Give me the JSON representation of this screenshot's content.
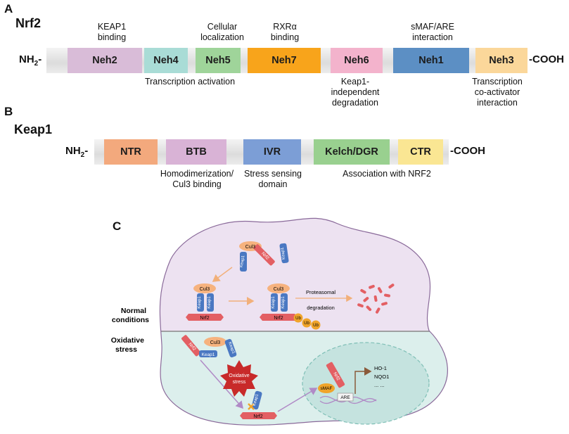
{
  "panelA": {
    "letter": "A",
    "protein": "Nrf2",
    "n_term": "NH",
    "n_sub": "2",
    "c_term": "-COOH",
    "domains": [
      "Neh2",
      "Neh4",
      "Neh5",
      "Neh7",
      "Neh6",
      "Neh1",
      "Neh3"
    ],
    "top_labels": {
      "keap1": [
        "KEAP1",
        "binding"
      ],
      "cellular": [
        "Cellular",
        "localization"
      ],
      "rxr": [
        "RXRα",
        "binding"
      ],
      "smaf": [
        "sMAF/ARE",
        "interaction"
      ]
    },
    "bottom_labels": {
      "transcription": "Transcription activation",
      "keap1_indep": [
        "Keap1-",
        "independent",
        "degradation"
      ],
      "coact": [
        "Transcription",
        "co-activator",
        "interaction"
      ]
    }
  },
  "panelB": {
    "letter": "B",
    "protein": "Keap1",
    "n_term": "NH",
    "n_sub": "2",
    "c_term": "-COOH",
    "domains": [
      "NTR",
      "BTB",
      "IVR",
      "Kelch/DGR",
      "CTR"
    ],
    "bottom_labels": {
      "btb": [
        "Homodimerization/",
        "Cul3 binding"
      ],
      "ivr": [
        "Stress sensing",
        "domain"
      ],
      "kelch": "Association with NRF2"
    }
  },
  "panelC": {
    "letter": "C",
    "normal": [
      "Normal",
      "conditions"
    ],
    "oxidative": [
      "Oxidative",
      "stress"
    ],
    "cul3": "Cul3",
    "keap1": "Keap1",
    "nrf2": "Nrf2",
    "ub": "Ub",
    "proteasomal": [
      "Proteasomal",
      "degradation"
    ],
    "oxidative_star": [
      "Oxidative",
      "stress"
    ],
    "smaf": "sMAF",
    "are": "ARE",
    "genes": [
      "HO-1",
      "NQO1",
      "... ..."
    ]
  },
  "colors": {
    "neh2": "#d9bcd8",
    "neh4": "#a9dcd6",
    "neh5": "#9fd49a",
    "neh7": "#f8a41b",
    "neh6": "#f3b3cc",
    "neh1": "#5c8fc4",
    "neh3": "#fbd79a",
    "ntr": "#f3a97d",
    "btb": "#d9b3d6",
    "ivr": "#7c9ed6",
    "kelch": "#99d08f",
    "ctr": "#fae693",
    "normal_bg": "#ede2f1",
    "stress_bg": "#dcefec",
    "keap1_blue": "#4a78c2",
    "nrf2_red": "#e35f63",
    "cul3_orange": "#f6b27e",
    "ub_orange": "#f0a42a"
  }
}
